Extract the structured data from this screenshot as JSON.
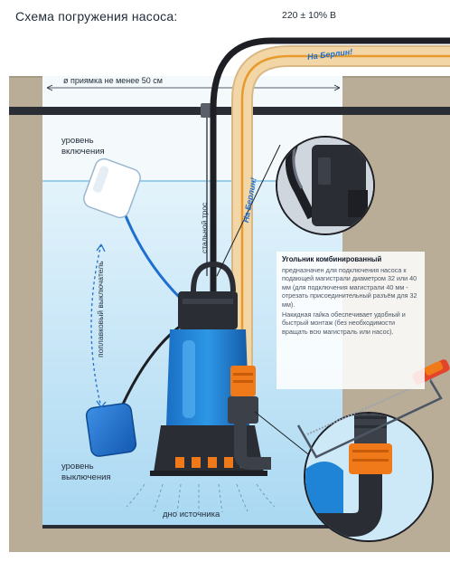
{
  "title": "Схема погружения насоса:",
  "voltage": "220 ± 10% В",
  "pit_width_note": "ø приямка не менее 50 см",
  "level_on": [
    "уровень",
    "включения"
  ],
  "level_off": [
    "уровень",
    "выключения"
  ],
  "float_switch": "поплавковый выключатель",
  "steel_rope": "стальной трос",
  "source_bottom": "дно источника",
  "brand_text": "На Берлин!",
  "info": {
    "heading": "Угольник комбинированный",
    "paragraph_1": "предназначен для подключения насоса к подающей магистрали диаметром 32 или 40 мм (для подключения магистрали 40 мм - отрезать присоединительный разъём для 32 мм).",
    "paragraph_2": "Накидная гайка обеспечивает удобный и быстрый монтаж (без необходимости вращать всю магистраль или насос)."
  },
  "colors": {
    "ground": "#b9ad97",
    "water": "#cde8f7",
    "water_deep": "#9fd3f0",
    "pump_blue": "#1f84d6",
    "pump_black": "#2a2d33",
    "hose": "#f3d6a6",
    "hose_stripe": "#e89a2c",
    "orange": "#f07a1a",
    "cable": "#1d1f24",
    "float_blue": "#1c6fd1"
  },
  "icons": [
    "float-switch-upper-icon",
    "float-switch-lower-icon",
    "pump-icon",
    "fitting-icon",
    "hacksaw-icon",
    "magnifier-icon"
  ]
}
